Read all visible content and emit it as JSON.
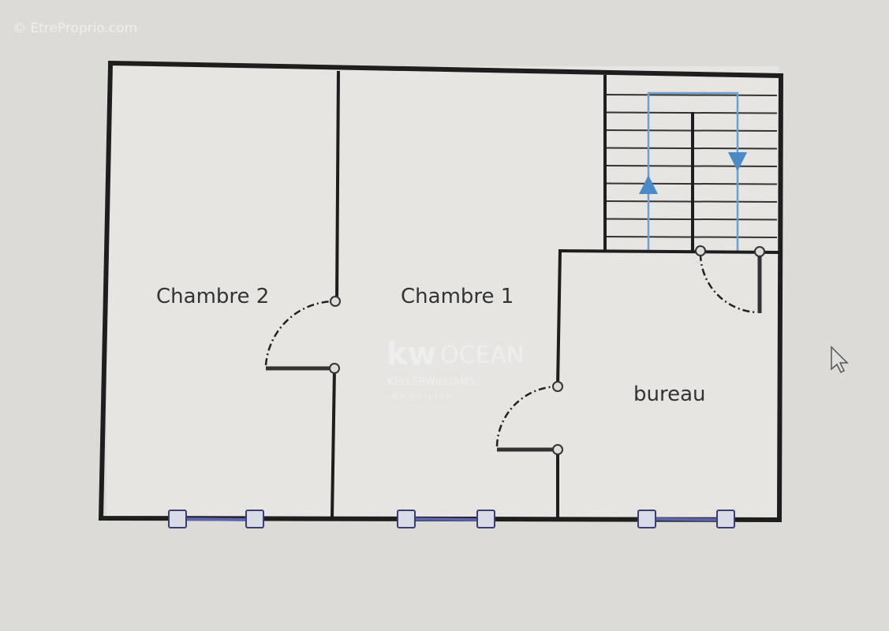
{
  "watermark": "© EtreProprio.com",
  "rooms": [
    {
      "name": "Chambre 2"
    },
    {
      "name": "Chambre 1"
    },
    {
      "name": "bureau"
    }
  ],
  "logo": {
    "brand": "kw",
    "name": "OCEAN",
    "line2": "KELLERWILLIAMS.",
    "line3": "IMMOBILIER"
  },
  "colors": {
    "walls": "#1e1e1e",
    "stair_arrows": "#4a8ac8",
    "windows": "#3a3f70",
    "background": "#dcdbd6"
  },
  "icons": [
    "stair-up-arrow-icon",
    "stair-down-arrow-icon",
    "mouse-cursor-icon"
  ]
}
